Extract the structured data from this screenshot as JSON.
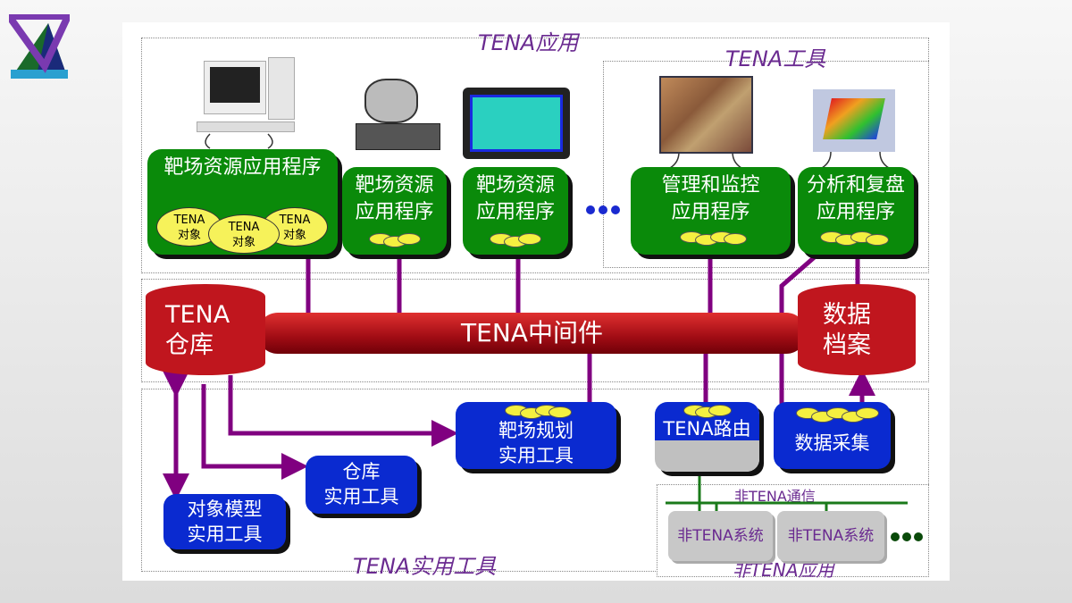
{
  "labels": {
    "tena_apps": "TENA应用",
    "tena_tools": "TENA工具",
    "tena_utils": "TENA实用工具",
    "non_tena_apps": "非TENA应用",
    "non_tena_comm": "非TENA通信"
  },
  "apps": [
    {
      "text": "靶场资源应用程序",
      "objects": [
        {
          "a": "TENA",
          "b": "对象"
        },
        {
          "a": "TENA",
          "b": "对象"
        },
        {
          "a": "TENA",
          "b": "对象"
        }
      ],
      "image": "computer-icon"
    },
    {
      "text1": "靶场资源",
      "text2": "应用程序",
      "image": "radar-icon"
    },
    {
      "text1": "靶场资源",
      "text2": "应用程序",
      "image": "monitor-icon"
    },
    {
      "text1": "管理和监控",
      "text2": "应用程序",
      "image": "map-window-icon"
    },
    {
      "text1": "分析和复盘",
      "text2": "应用程序",
      "image": "3d-chart-icon"
    }
  ],
  "middleware": {
    "repo1": "TENA",
    "repo2": "仓库",
    "pipe": "TENA中间件",
    "archive1": "数据",
    "archive2": "档案"
  },
  "utils": {
    "plan1": "靶场规划",
    "plan2": "实用工具",
    "router": "TENA路由",
    "collect": "数据采集",
    "repo_tool1": "仓库",
    "repo_tool2": "实用工具",
    "obj1": "对象模型",
    "obj2": "实用工具"
  },
  "non_tena": {
    "sys1": "非TENA系统",
    "sys2": "非TENA系统"
  },
  "colors": {
    "app": "#0a8a0a",
    "util": "#0a2ad0",
    "middleware": "#c0161e",
    "link": "#800080"
  }
}
